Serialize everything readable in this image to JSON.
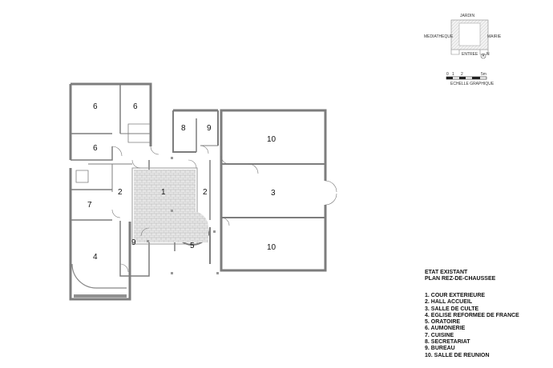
{
  "key_plan": {
    "north": "JARDIN",
    "west": "MEDIATHEQUE",
    "east": "MAIRIE",
    "south": "ENTREE",
    "north_arrow": "N"
  },
  "scale": {
    "ticks": [
      "0",
      "1",
      "2",
      "5m"
    ],
    "caption": "ECHELLE GRAPHIQUE"
  },
  "title": {
    "line1": "ETAT EXISTANT",
    "line2": "PLAN REZ-DE-CHAUSSEE"
  },
  "legend": [
    "1. COUR EXTERIEURE",
    "2. HALL ACCUEIL",
    "3. SALLE DE CULTE",
    "4. EGLISE REFORMEE DE FRANCE",
    "5. ORATOIRE",
    "6. AUMONERIE",
    "7. CUISINE",
    "8. SECRETARIAT",
    "9. BUREAU",
    "10. SALLE DE REUNION"
  ],
  "rooms": [
    "6",
    "6",
    "6",
    "8",
    "9",
    "10",
    "1",
    "2",
    "2",
    "3",
    "7",
    "9",
    "4",
    "5",
    "10"
  ],
  "colors": {
    "wall": "#808080",
    "line": "#555555",
    "paving": "#d9d9d9"
  }
}
